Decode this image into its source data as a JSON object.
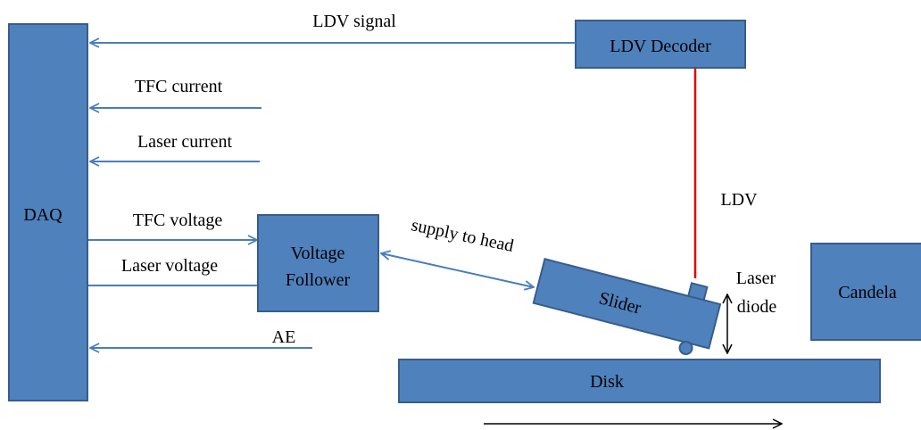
{
  "blocks": {
    "daq": "DAQ",
    "ldv_decoder": "LDV Decoder",
    "voltage_follower_line1": "Voltage",
    "voltage_follower_line2": "Follower",
    "slider": "Slider",
    "disk": "Disk",
    "candela": "Candela"
  },
  "signals": {
    "ldv_signal": "LDV signal",
    "tfc_current": "TFC current",
    "laser_current": "Laser current",
    "tfc_voltage": "TFC voltage",
    "laser_voltage": "Laser voltage",
    "ae": "AE",
    "supply_to_head": "supply to head"
  },
  "annotations": {
    "ldv": "LDV",
    "laser_diode_line1": "Laser",
    "laser_diode_line2": "diode"
  },
  "colors": {
    "block_fill": "#4f81bd",
    "block_border": "#385d8a",
    "signal_arrow": "#4a7ebb",
    "ldv_beam": "#e00000",
    "disk_motion_arrow": "#000000"
  }
}
